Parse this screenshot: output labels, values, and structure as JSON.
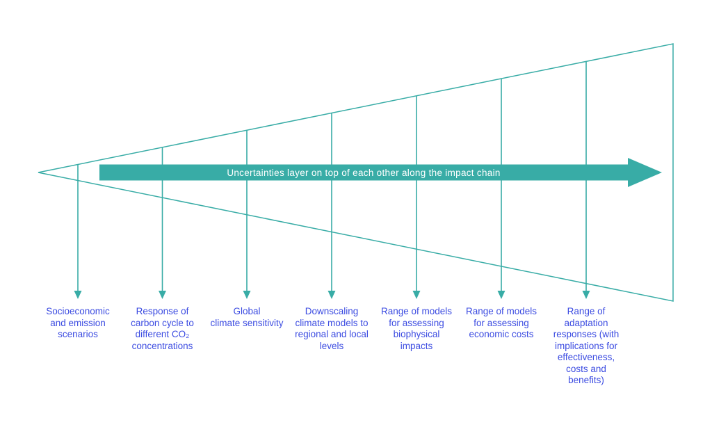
{
  "diagram": {
    "banner": {
      "text": "Uncertainties layer on top of each other along the impact chain"
    },
    "labels": [
      {
        "id": "socioeconomic-emission-scenarios",
        "text": "Socioeconomic\nand emission\nscenarios"
      },
      {
        "id": "carbon-cycle-response",
        "text": "Response of\ncarbon cycle to\ndifferent CO₂\nconcentrations"
      },
      {
        "id": "global-climate-sensitivity",
        "text": "Global\nclimate sensitivity"
      },
      {
        "id": "downscaling-climate-models",
        "text": "Downscaling\nclimate models to\nregional and local\nlevels"
      },
      {
        "id": "biophysical-impact-models",
        "text": "Range of models\nfor assessing\nbiophysical\nimpacts"
      },
      {
        "id": "economic-cost-models",
        "text": "Range of models\nfor assessing\neconomic costs"
      },
      {
        "id": "adaptation-responses",
        "text": "Range of\nadaptation\nresponses (with\nimplications for\neffectiveness,\ncosts and\nbenefits)"
      }
    ],
    "colors": {
      "teal": "#38ACA6",
      "blue": "#3B4BE1",
      "background": "#FFFFFF",
      "banner_text": "#FFFFFF"
    }
  }
}
